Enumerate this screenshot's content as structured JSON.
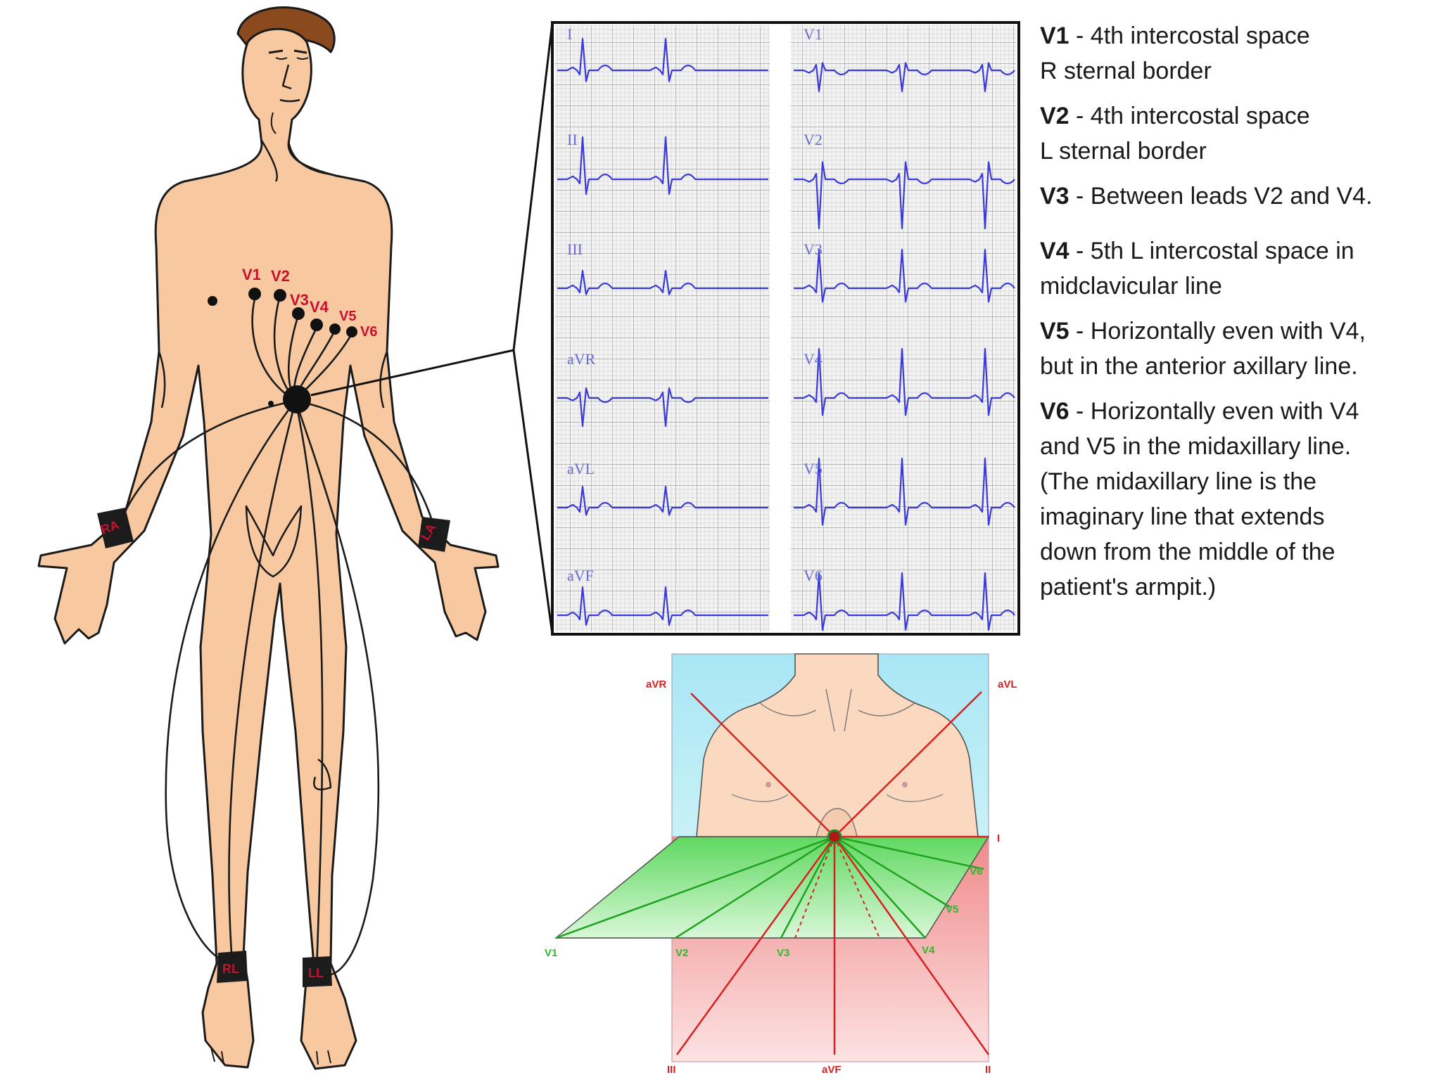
{
  "body_labels": {
    "chest": [
      "V1",
      "V2",
      "V3",
      "V4",
      "V5",
      "V6"
    ],
    "limbs": {
      "right_arm": "RA",
      "left_arm": "LA",
      "right_leg": "RL",
      "left_leg": "LL"
    }
  },
  "ecg_strip": {
    "left_column": [
      "I",
      "II",
      "III",
      "aVR",
      "aVL",
      "aVF"
    ],
    "right_column": [
      "V1",
      "V2",
      "V3",
      "V4",
      "V5",
      "V6"
    ]
  },
  "legend": [
    {
      "lead": "V1",
      "text": " - 4th intercostal space",
      "lines": [
        "R sternal border"
      ]
    },
    {
      "lead": "V2",
      "text": " - 4th intercostal space",
      "lines": [
        "L sternal border"
      ]
    },
    {
      "lead": "V3",
      "text": " - Between leads V2 and V4.",
      "lines": []
    },
    {
      "lead": "V4",
      "text": " - 5th L intercostal space in",
      "lines": [
        "midclavicular line"
      ]
    },
    {
      "lead": "V5",
      "text": " - Horizontally even with V4,",
      "lines": [
        "but in the anterior axillary line."
      ]
    },
    {
      "lead": "V6",
      "text": " - Horizontally even with V4",
      "lines": [
        "and V5 in the midaxillary line.",
        "(The midaxillary line is the",
        "imaginary line that extends",
        "down from the middle of the",
        "patient's armpit.)"
      ]
    }
  ],
  "axes_diagram": {
    "frontal": {
      "top_left": "aVR",
      "top_right": "aVL",
      "right": "I",
      "bottom_left": "III",
      "bottom_mid": "aVF",
      "bottom_right": "II"
    },
    "precordial": [
      "V1",
      "V2",
      "V3",
      "V4",
      "V5",
      "V6"
    ]
  },
  "colors": {
    "skin": "#f8c9a0",
    "outline": "#1a1a1a",
    "electrode": "#111111",
    "lead_label": "#c8102e",
    "ecg_trace": "#3a3ad8",
    "grid_minor": "#d8d8d8",
    "grid_major": "#a8a8a8",
    "plane_green": "#7fe07f",
    "plane_pink": "#f4a6a6",
    "sky": "#aee9f4"
  }
}
